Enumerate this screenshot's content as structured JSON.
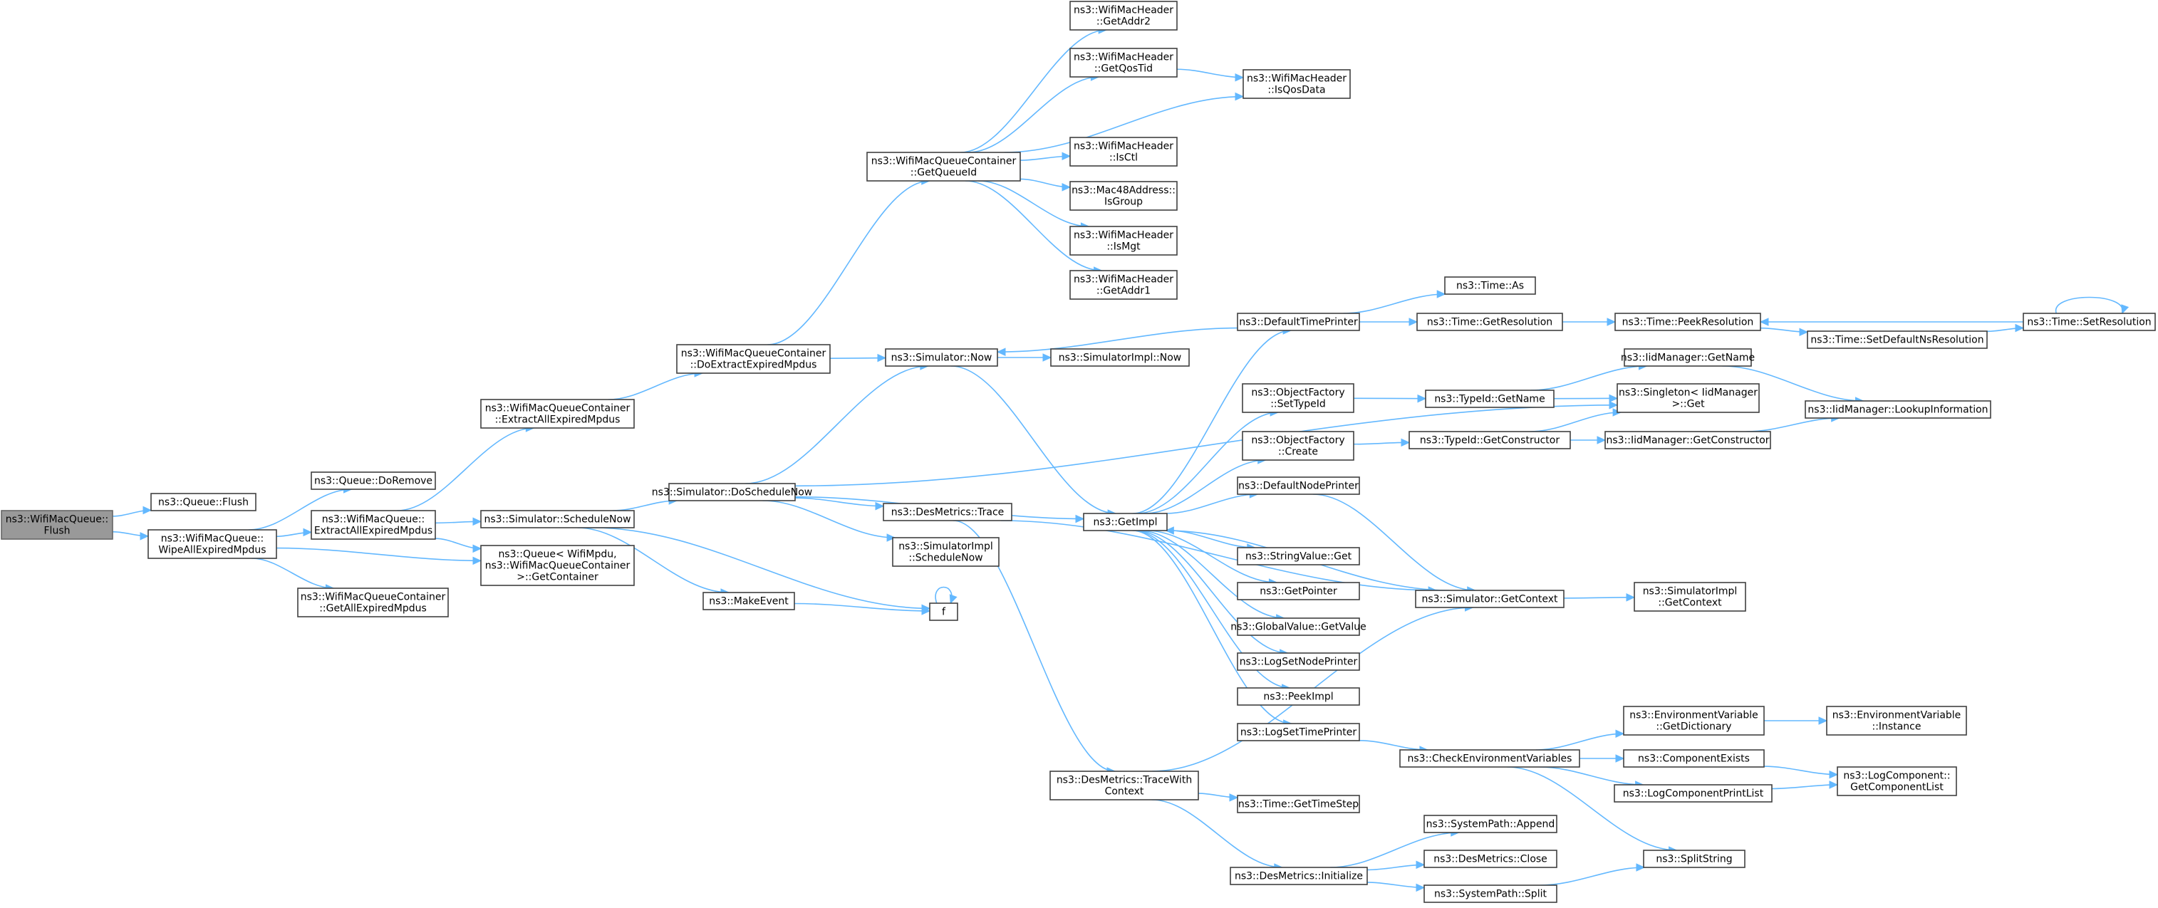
{
  "graph": {
    "nodes": [
      {
        "id": "n0",
        "lines": [
          "ns3::WifiMacQueue::",
          "Flush"
        ],
        "root": true
      },
      {
        "id": "n1",
        "lines": [
          "ns3::Queue::Flush"
        ]
      },
      {
        "id": "n2",
        "lines": [
          "ns3::WifiMacQueue::",
          "WipeAllExpiredMpdus"
        ]
      },
      {
        "id": "n3",
        "lines": [
          "ns3::Queue::DoRemove"
        ]
      },
      {
        "id": "n4",
        "lines": [
          "ns3::WifiMacQueue::",
          "ExtractAllExpiredMpdus"
        ]
      },
      {
        "id": "n5",
        "lines": [
          "ns3::Queue< WifiMpdu,",
          "ns3::WifiMacQueueContainer",
          ">::GetContainer"
        ]
      },
      {
        "id": "n6",
        "lines": [
          "ns3::WifiMacQueueContainer",
          "::GetAllExpiredMpdus"
        ]
      },
      {
        "id": "n7",
        "lines": [
          "ns3::WifiMacQueueContainer",
          "::ExtractAllExpiredMpdus"
        ]
      },
      {
        "id": "n8",
        "lines": [
          "ns3::Simulator::ScheduleNow"
        ]
      },
      {
        "id": "n9",
        "lines": [
          "ns3::WifiMacQueueContainer",
          "::DoExtractExpiredMpdus"
        ]
      },
      {
        "id": "n10",
        "lines": [
          "ns3::Simulator::DoScheduleNow"
        ]
      },
      {
        "id": "n11",
        "lines": [
          "ns3::MakeEvent"
        ]
      },
      {
        "id": "n12",
        "lines": [
          "f"
        ]
      },
      {
        "id": "n13",
        "lines": [
          "ns3::WifiMacQueueContainer",
          "::GetQueueId"
        ]
      },
      {
        "id": "n14",
        "lines": [
          "ns3::Simulator::Now"
        ]
      },
      {
        "id": "n15",
        "lines": [
          "ns3::DesMetrics::Trace"
        ]
      },
      {
        "id": "n16",
        "lines": [
          "ns3::SimulatorImpl",
          "::ScheduleNow"
        ]
      },
      {
        "id": "n17",
        "lines": [
          "ns3::GetImpl"
        ]
      },
      {
        "id": "n18",
        "lines": [
          "ns3::DesMetrics::TraceWith",
          "Context"
        ]
      },
      {
        "id": "n19",
        "lines": [
          "ns3::WifiMacHeader",
          "::GetAddr2"
        ]
      },
      {
        "id": "n20",
        "lines": [
          "ns3::WifiMacHeader",
          "::GetQosTid"
        ]
      },
      {
        "id": "n21",
        "lines": [
          "ns3::WifiMacHeader",
          "::IsCtl"
        ]
      },
      {
        "id": "n22",
        "lines": [
          "ns3::Mac48Address::",
          "IsGroup"
        ]
      },
      {
        "id": "n23",
        "lines": [
          "ns3::WifiMacHeader",
          "::IsMgt"
        ]
      },
      {
        "id": "n24",
        "lines": [
          "ns3::WifiMacHeader",
          "::GetAddr1"
        ]
      },
      {
        "id": "n25",
        "lines": [
          "ns3::WifiMacHeader",
          "::IsQosData"
        ]
      },
      {
        "id": "n26",
        "lines": [
          "ns3::SimulatorImpl::Now"
        ]
      },
      {
        "id": "n27",
        "lines": [
          "ns3::DefaultTimePrinter"
        ]
      },
      {
        "id": "n28",
        "lines": [
          "ns3::ObjectFactory",
          "::SetTypeId"
        ]
      },
      {
        "id": "n29",
        "lines": [
          "ns3::ObjectFactory",
          "::Create"
        ]
      },
      {
        "id": "n30",
        "lines": [
          "ns3::DefaultNodePrinter"
        ]
      },
      {
        "id": "n31",
        "lines": [
          "ns3::StringValue::Get"
        ]
      },
      {
        "id": "n32",
        "lines": [
          "ns3::GetPointer"
        ]
      },
      {
        "id": "n33",
        "lines": [
          "ns3::GlobalValue::GetValue"
        ]
      },
      {
        "id": "n34",
        "lines": [
          "ns3::LogSetNodePrinter"
        ]
      },
      {
        "id": "n35",
        "lines": [
          "ns3::PeekImpl"
        ]
      },
      {
        "id": "n36",
        "lines": [
          "ns3::LogSetTimePrinter"
        ]
      },
      {
        "id": "n37",
        "lines": [
          "ns3::Time::GetTimeStep"
        ]
      },
      {
        "id": "n38",
        "lines": [
          "ns3::DesMetrics::Initialize"
        ]
      },
      {
        "id": "n39",
        "lines": [
          "ns3::Time::As"
        ]
      },
      {
        "id": "n40",
        "lines": [
          "ns3::Time::GetResolution"
        ]
      },
      {
        "id": "n41",
        "lines": [
          "ns3::TypeId::GetName"
        ]
      },
      {
        "id": "n42",
        "lines": [
          "ns3::TypeId::GetConstructor"
        ]
      },
      {
        "id": "n43",
        "lines": [
          "ns3::Simulator::GetContext"
        ]
      },
      {
        "id": "n44",
        "lines": [
          "ns3::CheckEnvironmentVariables"
        ]
      },
      {
        "id": "n45",
        "lines": [
          "ns3::SystemPath::Append"
        ]
      },
      {
        "id": "n46",
        "lines": [
          "ns3::DesMetrics::Close"
        ]
      },
      {
        "id": "n47",
        "lines": [
          "ns3::SystemPath::Split"
        ]
      },
      {
        "id": "n48",
        "lines": [
          "ns3::Time::PeekResolution"
        ]
      },
      {
        "id": "n49",
        "lines": [
          "ns3::IidManager::GetName"
        ]
      },
      {
        "id": "n50",
        "lines": [
          "ns3::Singleton< IidManager",
          ">::Get"
        ]
      },
      {
        "id": "n51",
        "lines": [
          "ns3::IidManager::GetConstructor"
        ]
      },
      {
        "id": "n52",
        "lines": [
          "ns3::SimulatorImpl",
          "::GetContext"
        ]
      },
      {
        "id": "n53",
        "lines": [
          "ns3::EnvironmentVariable",
          "::GetDictionary"
        ]
      },
      {
        "id": "n54",
        "lines": [
          "ns3::ComponentExists"
        ]
      },
      {
        "id": "n55",
        "lines": [
          "ns3::LogComponentPrintList"
        ]
      },
      {
        "id": "n56",
        "lines": [
          "ns3::SplitString"
        ]
      },
      {
        "id": "n57",
        "lines": [
          "ns3::Time::SetDefaultNsResolution"
        ]
      },
      {
        "id": "n58",
        "lines": [
          "ns3::Time::SetResolution"
        ]
      },
      {
        "id": "n59",
        "lines": [
          "ns3::IidManager::LookupInformation"
        ]
      },
      {
        "id": "n60",
        "lines": [
          "ns3::EnvironmentVariable",
          "::Instance"
        ]
      },
      {
        "id": "n61",
        "lines": [
          "ns3::LogComponent::",
          "GetComponentList"
        ]
      }
    ],
    "edges": [
      [
        "n0",
        "n1"
      ],
      [
        "n0",
        "n2"
      ],
      [
        "n2",
        "n3"
      ],
      [
        "n2",
        "n4"
      ],
      [
        "n2",
        "n5"
      ],
      [
        "n2",
        "n6"
      ],
      [
        "n4",
        "n7"
      ],
      [
        "n4",
        "n8"
      ],
      [
        "n4",
        "n5"
      ],
      [
        "n7",
        "n9"
      ],
      [
        "n8",
        "n10"
      ],
      [
        "n8",
        "n11"
      ],
      [
        "n8",
        "n12"
      ],
      [
        "n9",
        "n13"
      ],
      [
        "n9",
        "n14"
      ],
      [
        "n10",
        "n14"
      ],
      [
        "n10",
        "n15"
      ],
      [
        "n10",
        "n16"
      ],
      [
        "n10",
        "n17"
      ],
      [
        "n10",
        "n50"
      ],
      [
        "n11",
        "n12"
      ],
      [
        "n12",
        "n12"
      ],
      [
        "n13",
        "n19"
      ],
      [
        "n13",
        "n20"
      ],
      [
        "n13",
        "n21"
      ],
      [
        "n13",
        "n22"
      ],
      [
        "n13",
        "n23"
      ],
      [
        "n13",
        "n24"
      ],
      [
        "n13",
        "n25"
      ],
      [
        "n20",
        "n25"
      ],
      [
        "n14",
        "n26"
      ],
      [
        "n14",
        "n17"
      ],
      [
        "n15",
        "n18"
      ],
      [
        "n15",
        "n43"
      ],
      [
        "n18",
        "n37"
      ],
      [
        "n18",
        "n38"
      ],
      [
        "n18",
        "n43"
      ],
      [
        "n17",
        "n27"
      ],
      [
        "n17",
        "n28"
      ],
      [
        "n17",
        "n29"
      ],
      [
        "n17",
        "n30"
      ],
      [
        "n17",
        "n31"
      ],
      [
        "n17",
        "n32"
      ],
      [
        "n17",
        "n33"
      ],
      [
        "n17",
        "n34"
      ],
      [
        "n17",
        "n35"
      ],
      [
        "n17",
        "n36"
      ],
      [
        "n27",
        "n39"
      ],
      [
        "n27",
        "n40"
      ],
      [
        "n27",
        "n14"
      ],
      [
        "n40",
        "n48"
      ],
      [
        "n48",
        "n57"
      ],
      [
        "n57",
        "n58"
      ],
      [
        "n58",
        "n48"
      ],
      [
        "n58",
        "n58"
      ],
      [
        "n28",
        "n41"
      ],
      [
        "n41",
        "n49"
      ],
      [
        "n41",
        "n50"
      ],
      [
        "n29",
        "n42"
      ],
      [
        "n42",
        "n50"
      ],
      [
        "n42",
        "n51"
      ],
      [
        "n49",
        "n59"
      ],
      [
        "n51",
        "n59"
      ],
      [
        "n30",
        "n43"
      ],
      [
        "n43",
        "n17"
      ],
      [
        "n43",
        "n52"
      ],
      [
        "n36",
        "n44"
      ],
      [
        "n44",
        "n53"
      ],
      [
        "n44",
        "n54"
      ],
      [
        "n44",
        "n55"
      ],
      [
        "n44",
        "n56"
      ],
      [
        "n53",
        "n60"
      ],
      [
        "n54",
        "n61"
      ],
      [
        "n55",
        "n61"
      ],
      [
        "n38",
        "n45"
      ],
      [
        "n38",
        "n46"
      ],
      [
        "n38",
        "n47"
      ],
      [
        "n47",
        "n56"
      ]
    ]
  }
}
